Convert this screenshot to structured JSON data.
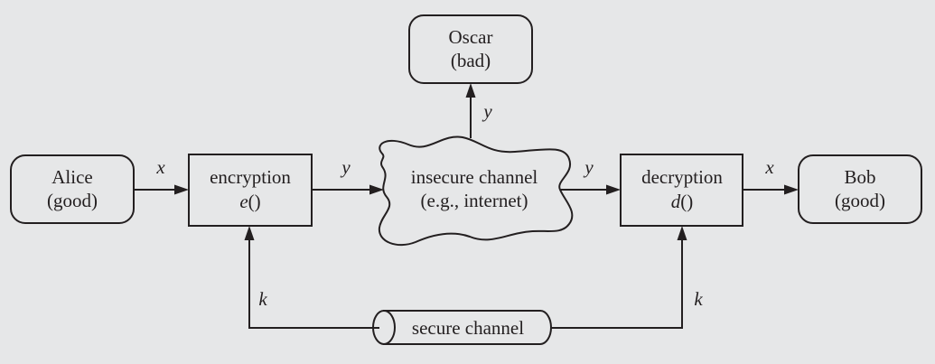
{
  "diagram": {
    "nodes": {
      "alice": {
        "line1": "Alice",
        "line2": "(good)"
      },
      "encryption": {
        "line1": "encryption",
        "func": "e",
        "parens": "()"
      },
      "insecure_channel": {
        "line1": "insecure channel",
        "line2": "(e.g., internet)"
      },
      "oscar": {
        "line1": "Oscar",
        "line2": "(bad)"
      },
      "decryption": {
        "line1": "decryption",
        "func": "d",
        "parens": "()"
      },
      "bob": {
        "line1": "Bob",
        "line2": "(good)"
      },
      "secure_channel": {
        "label": "secure channel"
      }
    },
    "edges": {
      "alice_to_encryption": "x",
      "encryption_to_channel": "y",
      "channel_to_oscar": "y",
      "channel_to_decryption": "y",
      "decryption_to_bob": "x",
      "key_to_encryption": "k",
      "key_to_decryption": "k"
    }
  }
}
